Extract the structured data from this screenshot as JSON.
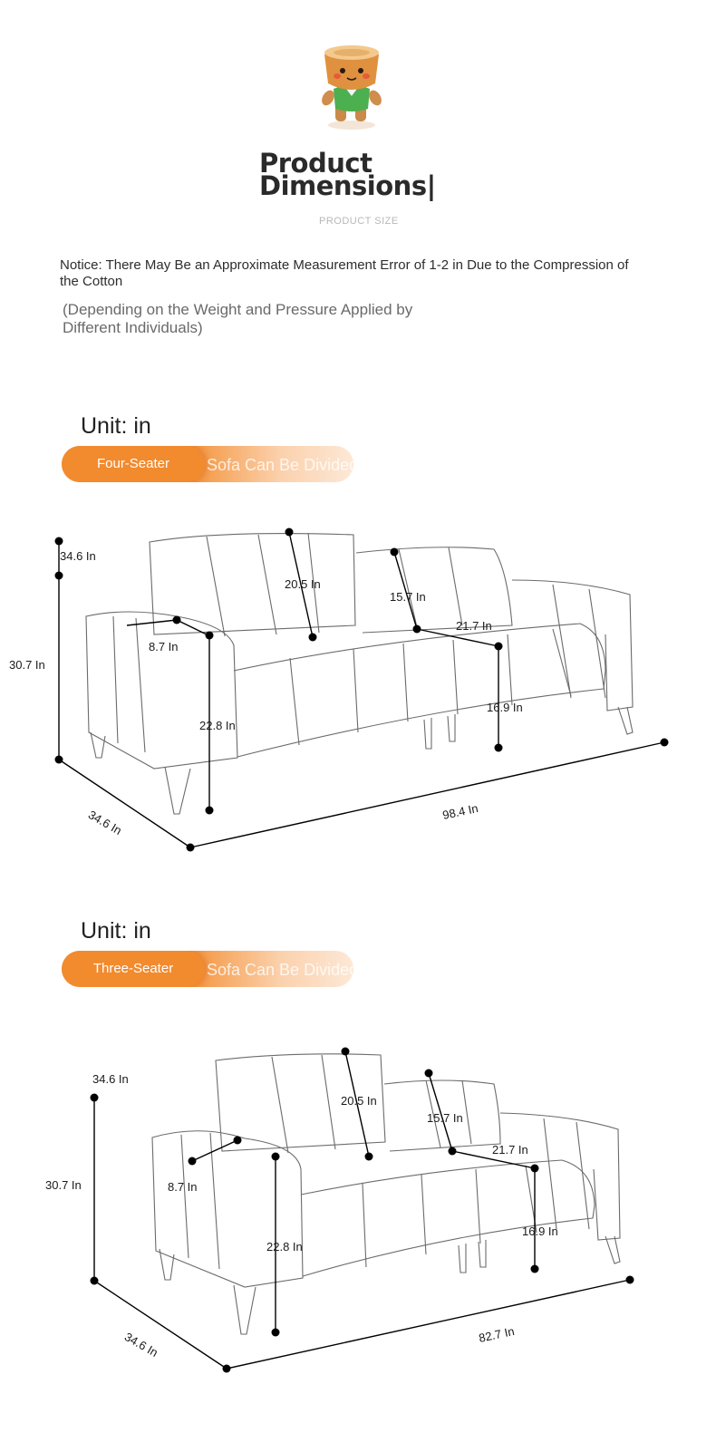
{
  "header": {
    "title_line1": "Product",
    "title_line2": "Dimensions|",
    "subtitle": "PRODUCT SIZE"
  },
  "notice": {
    "main": "Notice: There May Be an Approximate Measurement Error of 1-2 in Due to the Compression of the Cotton",
    "sub": "(Depending on the Weight and Pressure Applied by Different Individuals)"
  },
  "four_seater": {
    "unit": "Unit: in",
    "pill_label": "Four-Seater",
    "pill_ghost": "Sofa Can Be Divided",
    "dims": {
      "overall_height": "34.6 In",
      "arm_height": "30.7 In",
      "depth": "34.6 In",
      "length": "98.4 In",
      "back_height": "20.5 In",
      "back_height2": "15.7 In",
      "seat_depth": "21.7 In",
      "arm_width": "8.7 In",
      "seat_height_front": "22.8 In",
      "seat_height": "16.9 In"
    }
  },
  "three_seater": {
    "unit": "Unit: in",
    "pill_label": "Three-Seater",
    "pill_ghost": "Sofa Can Be Divided",
    "dims": {
      "overall_height": "34.6 In",
      "arm_height": "30.7 In",
      "depth": "34.6 In",
      "length": "82.7 In",
      "back_height": "20.5 In",
      "back_height2": "15.7 In",
      "seat_depth": "21.7 In",
      "arm_width": "8.7 In",
      "seat_height_front": "22.8 In",
      "seat_height": "16.9 In"
    }
  },
  "colors": {
    "accent": "#f28a2e",
    "text": "#222222",
    "muted": "#6a6a6a"
  },
  "icons": {
    "mascot": "tree-stump-mascot-icon"
  }
}
